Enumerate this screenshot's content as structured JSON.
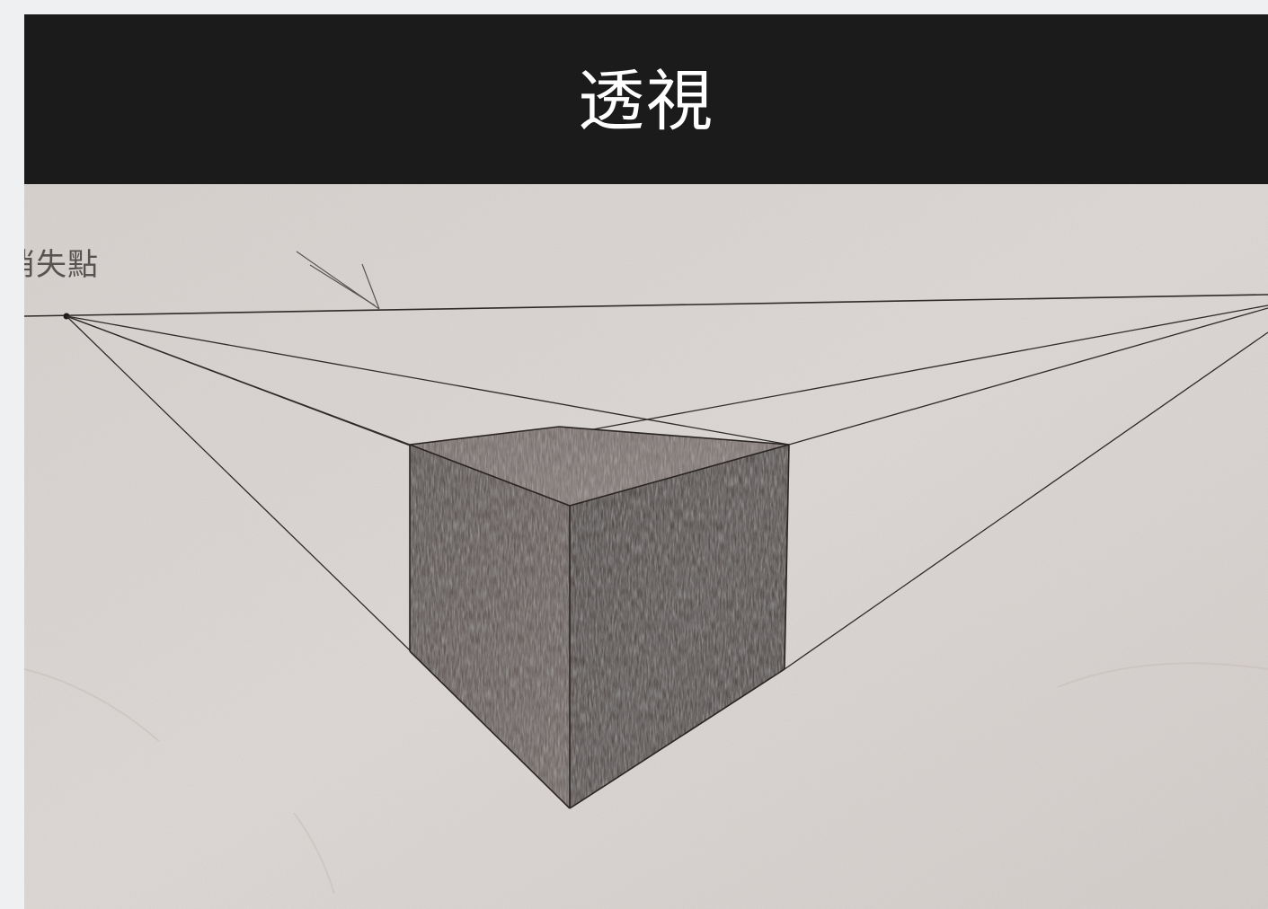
{
  "slide": {
    "title": "透視"
  },
  "photo": {
    "annotation_label": "消失點",
    "subject": "pencil-cube-drawing",
    "colors": {
      "paper": "#d9d4d1",
      "pencil_line": "#2e2a29",
      "cube_dark": "#3f3533",
      "cube_mid": "#5a4e4b",
      "cube_top": "#7b706c"
    }
  }
}
